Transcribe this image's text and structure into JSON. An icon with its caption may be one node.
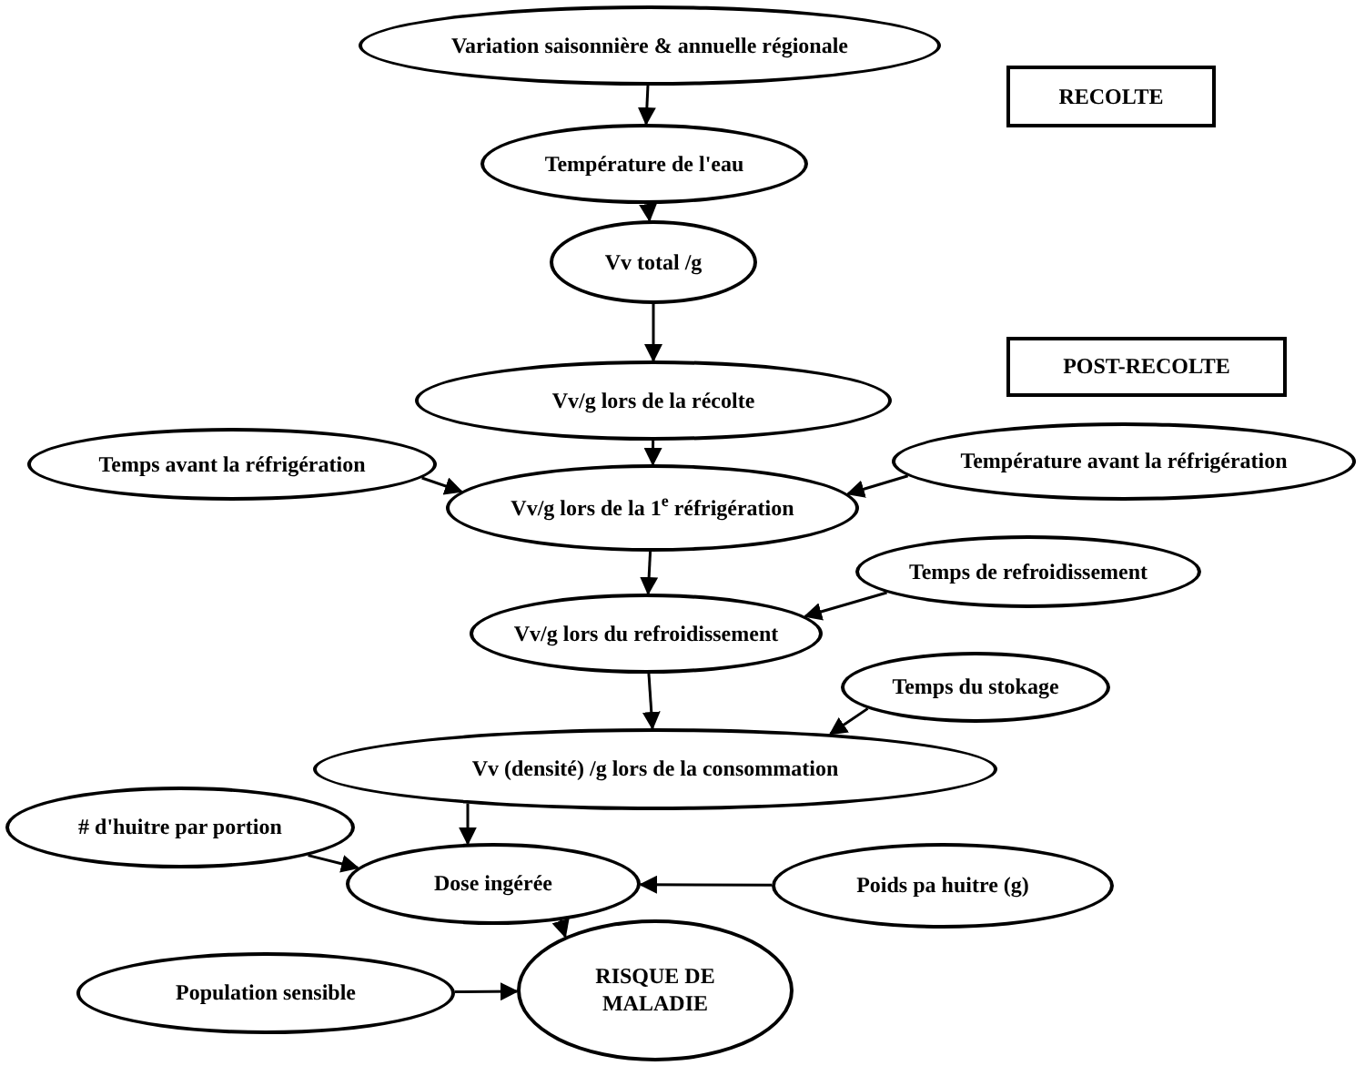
{
  "diagram": {
    "nodes": [
      {
        "text": [
          "Variation saisonnière & annuelle régionale"
        ]
      },
      {
        "text": [
          "RECOLTE"
        ]
      },
      {
        "text": [
          "Température de l'eau"
        ]
      },
      {
        "text": [
          "Vv total /g"
        ]
      },
      {
        "text": [
          "POST-RECOLTE"
        ]
      },
      {
        "text": [
          "Vv/g lors de la récolte"
        ]
      },
      {
        "text": [
          "Temps avant la réfrigération"
        ]
      },
      {
        "text": [
          "Vv/g lors de la 1$^{e}$ réfrigération"
        ]
      },
      {
        "text": [
          "Température avant  la réfrigération"
        ]
      },
      {
        "text": [
          "Temps de refroidissement"
        ]
      },
      {
        "text": [
          "Vv/g lors du refroidissement"
        ]
      },
      {
        "text": [
          "Temps du stokage"
        ]
      },
      {
        "text": [
          "Vv (densité) /g lors de la consommation"
        ]
      },
      {
        "text": [
          "# d'huitre par portion"
        ]
      },
      {
        "text": [
          "Dose ingérée"
        ]
      },
      {
        "text": [
          "Poids pa huitre (g)"
        ]
      },
      {
        "text": [
          "Population sensible"
        ]
      },
      {
        "text": [
          "RISQUE DE MALADIE"
        ]
      }
    ],
    "edges": [
      {
        "from": 0,
        "to": 2,
        "arrow": "to"
      },
      {
        "from": 2,
        "to": 3,
        "arrow": "to"
      },
      {
        "from": 3,
        "to": 5,
        "arrow": "to"
      },
      {
        "from": 5,
        "to": 7,
        "arrow": "to"
      },
      {
        "from": 6,
        "to": 7,
        "arrow": "to"
      },
      {
        "from": 8,
        "to": 7,
        "arrow": "to"
      },
      {
        "from": 7,
        "to": 10,
        "arrow": "to"
      },
      {
        "from": 9,
        "to": 10,
        "arrow": "to"
      },
      {
        "from": 10,
        "to": 12,
        "arrow": "to"
      },
      {
        "from": 11,
        "to": 12,
        "arrow": "to"
      },
      {
        "from": 12,
        "to": 14,
        "arrow": "to"
      },
      {
        "from": 13,
        "to": 14,
        "arrow": "to"
      },
      {
        "from": 15,
        "to": 14,
        "arrow": "to"
      },
      {
        "from": 14,
        "to": 17,
        "arrow": "to"
      },
      {
        "from": 16,
        "to": 17,
        "arrow": "to"
      }
    ]
  }
}
